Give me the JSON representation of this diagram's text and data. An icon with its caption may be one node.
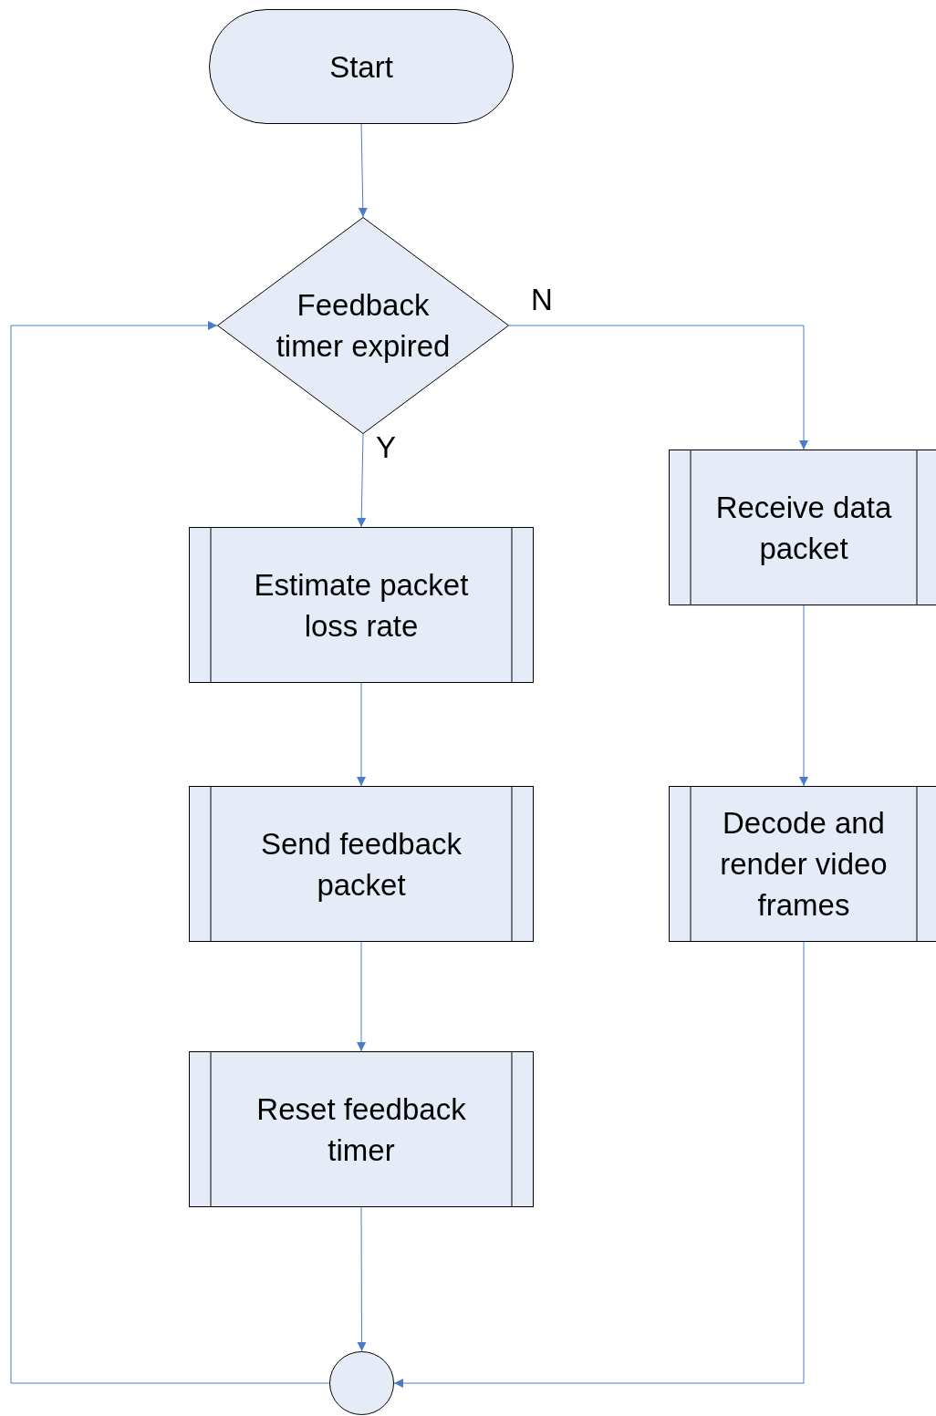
{
  "diagram": {
    "nodes": [
      {
        "text": [
          "Start"
        ]
      },
      {
        "text": [
          "Feedback timer expired"
        ]
      },
      {
        "text": [
          "Estimate packet loss rate"
        ]
      },
      {
        "text": [
          "Send feedback packet"
        ]
      },
      {
        "text": [
          "Reset feedback timer"
        ]
      },
      {
        "text": [
          "Receive data packet"
        ]
      },
      {
        "text": [
          "Decode and render video frames"
        ]
      },
      {
        "text": [],
        "shape": "circle"
      }
    ],
    "edges": [
      {
        "from": 0,
        "to": 1,
        "arrow": "to"
      },
      {
        "from": 1,
        "to": 2,
        "arrow": "to",
        "label": "Y"
      },
      {
        "from": 1,
        "to": 5,
        "arrow": "to",
        "label": "N"
      },
      {
        "from": 2,
        "to": 3,
        "arrow": "to"
      },
      {
        "from": 3,
        "to": 4,
        "arrow": "to"
      },
      {
        "from": 4,
        "to": 7,
        "arrow": "to"
      },
      {
        "from": 5,
        "to": 6,
        "arrow": "to"
      },
      {
        "from": 6,
        "to": 7,
        "arrow": "to"
      },
      {
        "from": 7,
        "to": 1,
        "arrow": "to"
      }
    ]
  }
}
